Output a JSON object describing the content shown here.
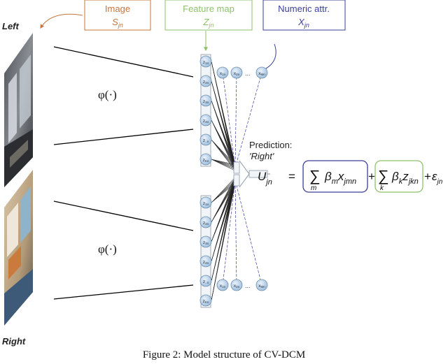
{
  "legend": {
    "image": {
      "title": "Image",
      "symbol": "S",
      "sub": "jn",
      "color": "#c8743a"
    },
    "feature_map": {
      "title": "Feature map",
      "symbol": "Z",
      "sub": "jn",
      "color": "#8dc26b"
    },
    "numeric": {
      "title": "Numeric attr.",
      "symbol": "X",
      "sub": "jn",
      "color": "#3a3f9a"
    }
  },
  "labels": {
    "left": "Left",
    "right": "Right",
    "phi": "φ(·)",
    "prediction_title": "Prediction:",
    "prediction_value": "'Right'"
  },
  "nodes": {
    "z_top": [
      "1n",
      "2n",
      "3n",
      "4n",
      "..n",
      "Kn"
    ],
    "x_top": [
      "1n",
      "2n",
      "Mn"
    ],
    "z_bottom": [
      "1n",
      "2n",
      "3n",
      "4n",
      "..n",
      "Kn"
    ],
    "x_bottom": [
      "1n",
      "2n",
      "Mn"
    ],
    "z_letter": "z",
    "x_letter": "x",
    "ellipsis": "..."
  },
  "equation": {
    "lhs": "U",
    "lhs_sub": "jn",
    "equals": "=",
    "sum": "∑",
    "sum1_index": "m",
    "sum1_body": "β",
    "sum1_body_sub": "m",
    "sum1_var": "x",
    "sum1_var_sub": "jmn",
    "plus": "+",
    "sum2_index": "k",
    "sum2_body": "β",
    "sum2_body_sub": "k",
    "sum2_var": "z",
    "sum2_var_sub": "jkn",
    "error": "ε",
    "error_sub": "jn"
  },
  "caption": "Figure 2: Model structure of CV-DCM"
}
